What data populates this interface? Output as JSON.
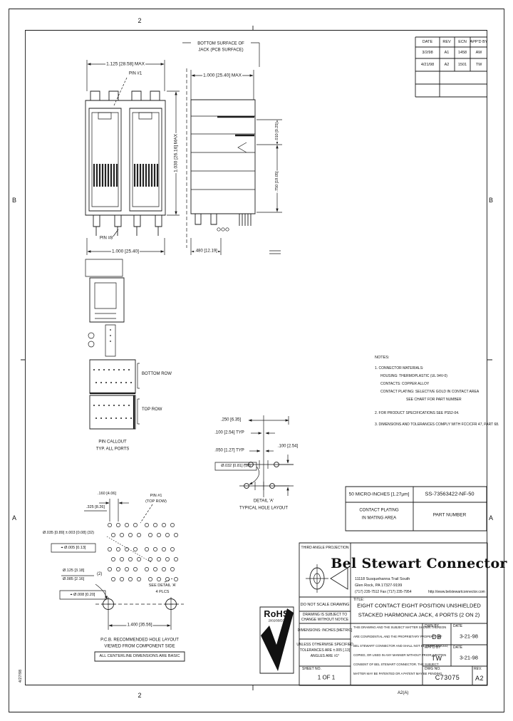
{
  "zones": {
    "b": "B",
    "a": "A",
    "col2": "2"
  },
  "stamp": "4/27/98",
  "corner_note": "A2(A)",
  "rev_table": {
    "h_date": "DATE",
    "h_rev": "REV",
    "h_ecn": "ECN",
    "h_appd": "APP'D BY",
    "r1": [
      "3/2/98",
      "A1",
      "1458",
      "AW"
    ],
    "r2": [
      "4/21/98",
      "A2",
      "1501",
      "TW"
    ]
  },
  "front": {
    "width_dim": "1.125 [28.58] MAX",
    "pin1": "PIN #1",
    "height_dim": "1.030 [26.16] MAX",
    "pin8": "PIN #8",
    "bottom_dim": "1.000 [25.40]"
  },
  "side": {
    "note1": "BOTTOM SURFACE OF",
    "note2": "JACK (PCB SURFACE)",
    "depth_dim": "1.000 [25.40] MAX",
    "dim_r1": ".010 [0.25]",
    "dim_r2": ".750 [19.05]",
    "bottom_dim": ".480 [12.19]"
  },
  "pins": {
    "bottom_row": "BOTTOM ROW",
    "top_row": "TOP ROW",
    "cap1": "PIN CALLOUT",
    "cap2": "TYP. ALL PORTS"
  },
  "detail": {
    "d250": ".250 [6.35]",
    "d100t": ".100 [2.54] TYP",
    "d050t": ".050 [1.27] TYP",
    "d100": ".100 [2.54]",
    "hole": "Ø.032 [0.81] (16)",
    "cap1": "DETAIL 'A'",
    "cap2": "TYPICAL HOLE LAYOUT"
  },
  "pcb": {
    "d160": ".160 [4.06]",
    "d325": ".325 [8.26]",
    "pin1": "PIN #1",
    "pin1b": "(TOP ROW)",
    "hole32": "Ø.035 [0.89] ±.003 [0.08] (32)",
    "pos32": "⌖ Ø.005 [0.13]",
    "hole2a": "Ø.125 [3.18]",
    "hole2b": "Ø.085 [2.16]",
    "qty2": "(2)",
    "pos2": "⌖ Ø.008 [0.20]",
    "see1": "SEE DETAIL 'A'",
    "see2": "4 PLCS",
    "bottom_dim": "1.400 [35.56]",
    "cap1": "P.C.B. RECOMMENDED HOLE LAYOUT",
    "cap2": "VIEWED FROM COMPONENT SIDE",
    "cap3": "ALL CENTERLINE DIMENSIONS ARE BASIC"
  },
  "notes": {
    "head": "NOTES:",
    "n1": "1. CONNECTOR MATERIALS:",
    "n1a": "HOUSING:  THERMOPLASTIC (UL 94V-0)",
    "n1b": "CONTACTS:  COPPER ALLOY",
    "n1c": "CONTACT PLATING:  SELECTIVE GOLD IN CONTACT AREA",
    "n1d": "SEE CHART FOR PART NUMBER",
    "n2": "2. FOR PRODUCT SPECIFICATIONS SEE PS52-04.",
    "n3": "3. DIMENSIONS AND TOLERANCES COMPLY WITH FCC/CFR 47, PART 68."
  },
  "chart": {
    "plating": "50 MICRO-INCHES [1.27µm]",
    "part": "SS-73563422-NF-50",
    "lab1": "CONTACT PLATING",
    "lab2": "IN MATING AREA",
    "lab3": "PART NUMBER"
  },
  "tb": {
    "proj": "THIRD ANGLE PROJECTION",
    "company": "Bel Stewart Connector",
    "addr1": "11118 Susquehanna Trail South",
    "addr2": "Glen Rock, PA  17327-9199",
    "addr3": "(717) 235-7512   Fax (717) 235-7954",
    "url": "http://www.belstewartconnector.com",
    "noscale": "DO NOT SCALE DRAWING",
    "chg1": "DRAWING IS SUBJECT TO",
    "chg2": "CHANGE WITHOUT NOTICE",
    "title_lab": "TITLE:",
    "title1": "EIGHT CONTACT EIGHT POSITION UNSHIELDED",
    "title2": "STACKED HARMONICA JACK, 4 PORTS (2 ON 2)",
    "units": "DIMENSIONS:  INCHES [METRIC]",
    "tol1": "UNLESS OTHERWISE SPECIFIED",
    "tol2": "TOLERANCES ARE ±.005 [.13]",
    "tol3": "ANGLES ARE ±1°",
    "sheet_lab": "SHEET NO.",
    "sheet": "1 OF 1",
    "disc1": "THIS DRAWING AND THE SUBJECT MATTER SHOWN THEREON",
    "disc2": "ARE CONFIDENTIAL AND THE PROPRIETARY PROPERTY OF",
    "disc3": "BEL STEWART CONNECTOR AND SHALL NOT BE REPRODUCED,",
    "disc4": "COPIED, OR USED IN ANY MANNER WITHOUT PRIOR WRITTEN",
    "disc5": "CONSENT OF BEL STEWART CONNECTOR. THE SUBJECT",
    "disc6": "MATTER MAY BE PATENTED OR A PATENT MAY BE PENDING.",
    "dwn_lab": "DWN BY",
    "dwn": "DB",
    "date_lab": "DATE",
    "dwn_date": "3-21-98",
    "app_lab": "APP'D BY",
    "app": "TW",
    "app_date": "3-21-98",
    "dwg_lab": "DWG NO.",
    "dwg": "C73075",
    "rev_lab": "REV.",
    "rev": "A2"
  },
  "rohs": {
    "name": "RoHS",
    "directive": "2002/95/EC"
  }
}
